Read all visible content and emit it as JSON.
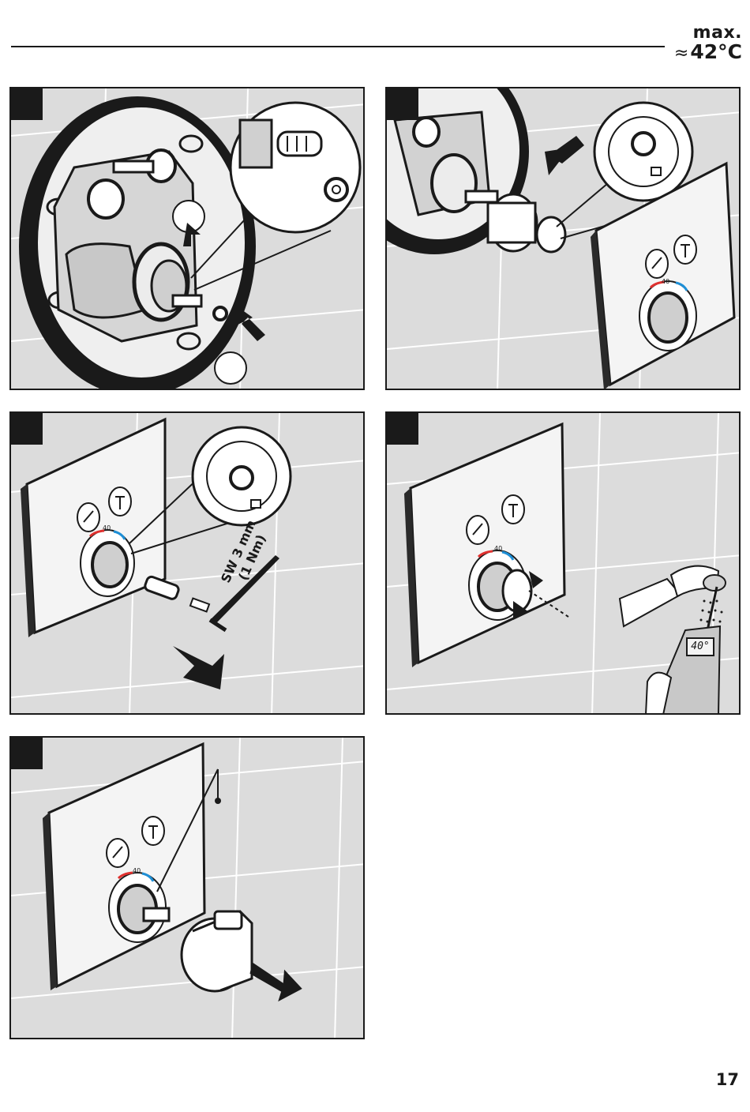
{
  "header": {
    "temp_label": "max.",
    "approx_symbol": "≈",
    "temp_value": "42°C"
  },
  "steps": [
    {
      "id": 1,
      "description": "mounting of spline ring and lock washer on thermostatic cartridge"
    },
    {
      "id": 2,
      "description": "place extension sleeve on cartridge and mount trim plate"
    },
    {
      "id": 3,
      "description": "insert extension with screw"
    },
    {
      "id": 4,
      "description": "calibrate temperature"
    },
    {
      "id": 5,
      "description": "push on handle"
    }
  ],
  "step3": {
    "tool_size": "SW 3 mm",
    "torque": "(1 Nm)"
  },
  "step4": {
    "thermometer_reading": "40°"
  },
  "trim": {
    "scale_value": "40"
  },
  "icons": {
    "hand_shower": "hand-shower-icon",
    "overhead_shower": "overhead-shower-icon"
  },
  "colors": {
    "hot": "#e0312f",
    "cold": "#1e8fd6",
    "line": "#1a1a1a",
    "wall": "#dcdcdc"
  },
  "page_number": "17"
}
